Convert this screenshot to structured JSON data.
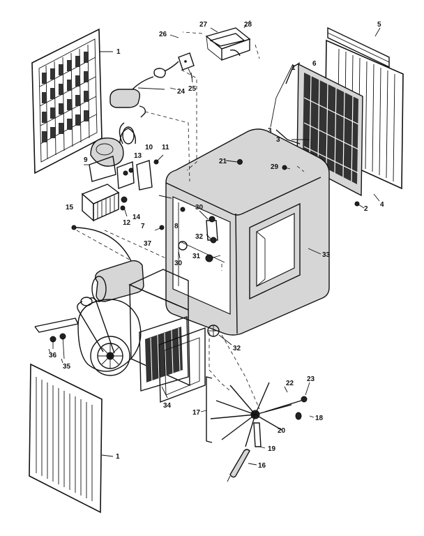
{
  "callouts": [
    {
      "id": "c1a",
      "text": "1"
    },
    {
      "id": "c1b",
      "text": "1"
    },
    {
      "id": "c1c",
      "text": "1"
    },
    {
      "id": "c2",
      "text": "2"
    },
    {
      "id": "c3a",
      "text": "3"
    },
    {
      "id": "c3b",
      "text": "3"
    },
    {
      "id": "c4",
      "text": "4"
    },
    {
      "id": "c5",
      "text": "5"
    },
    {
      "id": "c6",
      "text": "6"
    },
    {
      "id": "c7",
      "text": "7"
    },
    {
      "id": "c8",
      "text": "8"
    },
    {
      "id": "c9",
      "text": "9"
    },
    {
      "id": "c10",
      "text": "10"
    },
    {
      "id": "c11",
      "text": "11"
    },
    {
      "id": "c12",
      "text": "12"
    },
    {
      "id": "c13",
      "text": "13"
    },
    {
      "id": "c14",
      "text": "14"
    },
    {
      "id": "c15",
      "text": "15"
    },
    {
      "id": "c16",
      "text": "16"
    },
    {
      "id": "c17",
      "text": "17"
    },
    {
      "id": "c18",
      "text": "18"
    },
    {
      "id": "c19",
      "text": "19"
    },
    {
      "id": "c20",
      "text": "20"
    },
    {
      "id": "c21",
      "text": "21"
    },
    {
      "id": "c22",
      "text": "22"
    },
    {
      "id": "c23",
      "text": "23"
    },
    {
      "id": "c24",
      "text": "24"
    },
    {
      "id": "c25",
      "text": "25"
    },
    {
      "id": "c26",
      "text": "26"
    },
    {
      "id": "c27",
      "text": "27"
    },
    {
      "id": "c28",
      "text": "28"
    },
    {
      "id": "c29",
      "text": "29"
    },
    {
      "id": "c30a",
      "text": "30"
    },
    {
      "id": "c30b",
      "text": "30"
    },
    {
      "id": "c31",
      "text": "31"
    },
    {
      "id": "c32a",
      "text": "32"
    },
    {
      "id": "c32b",
      "text": "32"
    },
    {
      "id": "c33",
      "text": "33"
    },
    {
      "id": "c34",
      "text": "34"
    },
    {
      "id": "c35",
      "text": "35"
    },
    {
      "id": "c36",
      "text": "36"
    },
    {
      "id": "c37",
      "text": "37"
    }
  ]
}
